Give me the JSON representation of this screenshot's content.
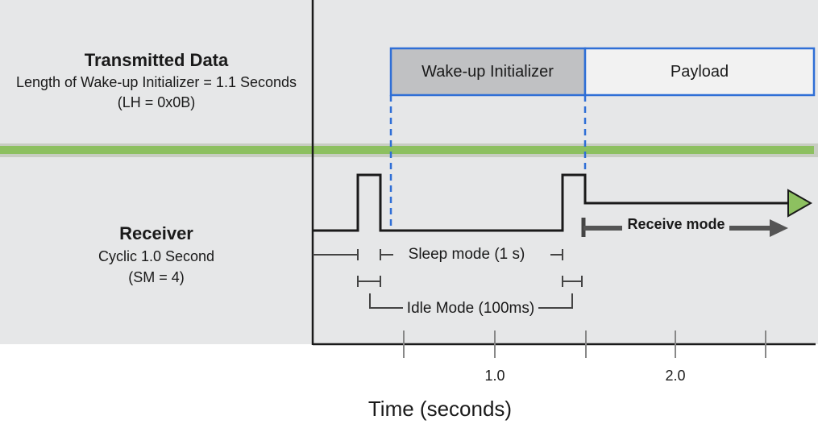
{
  "transmitted": {
    "title": "Transmitted Data",
    "line1": "Length of Wake-up Initializer = 1.1 Seconds",
    "line2": "(LH = 0x0B)"
  },
  "receiver": {
    "title": "Receiver",
    "line1": "Cyclic 1.0 Second",
    "line2": "(SM = 4)"
  },
  "blocks": {
    "wakeup": "Wake-up Initializer",
    "payload": "Payload"
  },
  "labels": {
    "sleep": "Sleep mode (1 s)",
    "idle": "Idle Mode (100ms)",
    "receive": "Receive mode"
  },
  "axis": {
    "tick_1": "1.0",
    "tick_2": "2.0",
    "xlabel": "Time (seconds)"
  },
  "colors": {
    "panel": "#e6e7e8",
    "divider": "#8dc060",
    "wakeup_fill": "#c0c1c3",
    "payload_fill": "#f2f2f2",
    "box_border": "#2f6fd6",
    "arrow_green": "#8dc060",
    "dark": "#1a1a1a",
    "gray_mark": "#555555"
  }
}
